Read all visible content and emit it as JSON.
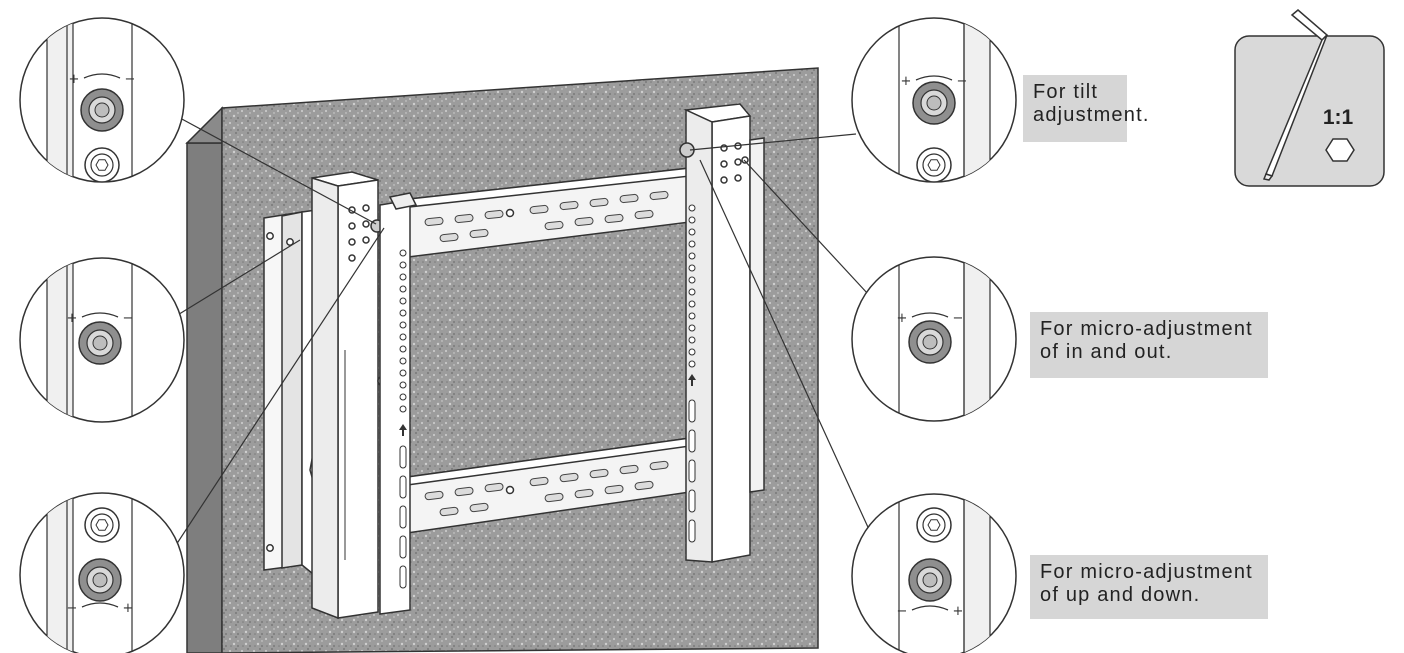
{
  "labels": {
    "tilt": {
      "line1": "For tilt",
      "line2": "adjustment."
    },
    "in_out": {
      "line1": "For micro-adjustment",
      "line2": "of in and out."
    },
    "up_down": {
      "line1": "For micro-adjustment",
      "line2": "of up and down."
    }
  },
  "tool_card": {
    "scale": "1:1",
    "tool_icon": "hex-key-icon",
    "hex_icon": "hexagon-icon"
  },
  "colors": {
    "wall": "#9a9a9a",
    "label_bg": "#d6d6d6",
    "bracket": "#ffffff",
    "stroke": "#333333"
  },
  "callouts": [
    {
      "name": "detail-top-left",
      "signs": [
        "+",
        "−"
      ],
      "icon": "adjust-bolt-icon"
    },
    {
      "name": "detail-mid-left",
      "signs": [
        "+",
        "−"
      ],
      "icon": "adjust-bolt-icon"
    },
    {
      "name": "detail-bottom-left",
      "signs": [
        "−",
        "+"
      ],
      "icon": "adjust-bolt-icon"
    },
    {
      "name": "detail-top-right",
      "signs": [
        "+",
        "−"
      ],
      "icon": "adjust-bolt-icon"
    },
    {
      "name": "detail-mid-right",
      "signs": [
        "+",
        "−"
      ],
      "icon": "adjust-bolt-icon"
    },
    {
      "name": "detail-bottom-right",
      "signs": [
        "−",
        "+"
      ],
      "icon": "adjust-bolt-icon"
    }
  ]
}
